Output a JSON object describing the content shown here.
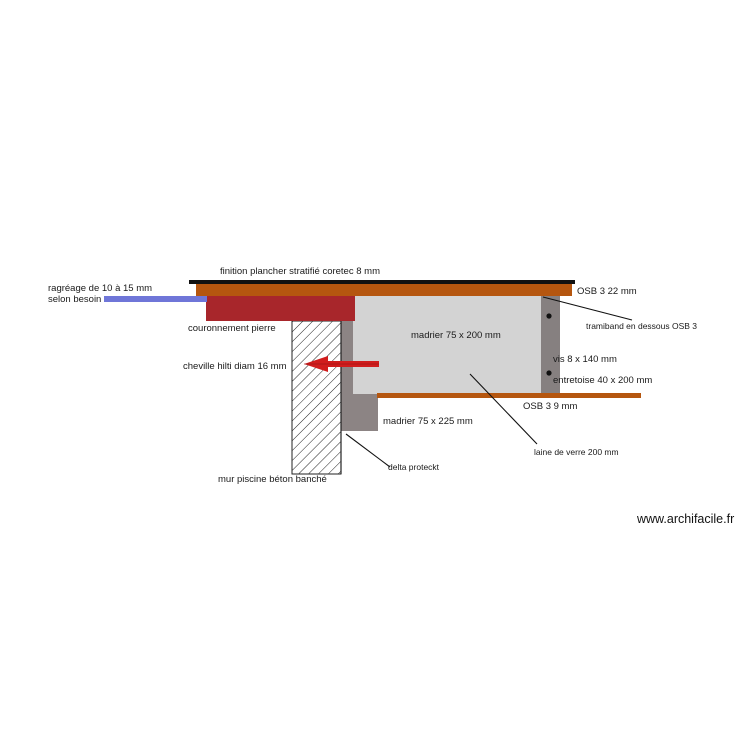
{
  "labels": {
    "finition": "finition plancher stratifié  coretec     8 mm",
    "ragreage_1": "ragréage de 10 à 15 mm",
    "ragreage_2": "selon besoin",
    "osb_top": "OSB 3  22 mm",
    "couronnement": "couronnement pierre",
    "madrier_200": "madrier   75 x 200 mm",
    "tramiband": "tramiband en dessous OSB 3",
    "cheville": "cheville hilti diam 16 mm",
    "vis": "vis  8 x 140 mm",
    "entretoise": "entretoise 40 x 200 mm",
    "osb_bottom": "OSB 3  9 mm",
    "madrier_225": "madrier   75 x 225 mm",
    "laine": "laine de verre 200 mm",
    "delta": "delta proteckt",
    "mur": "mur piscine béton banché"
  },
  "credit": "www.archifacile.fr",
  "colors": {
    "background": "#ffffff",
    "finish_layer": "#111111",
    "osb": "#b5560f",
    "coping_stone": "#a8262b",
    "screed": "#6f76d8",
    "joist_insulation": "#d3d3d3",
    "beam_225": "#8c8484",
    "spacer": "#868080",
    "anchor_arrow": "#d11d1d",
    "leader_lines": "#111111"
  }
}
